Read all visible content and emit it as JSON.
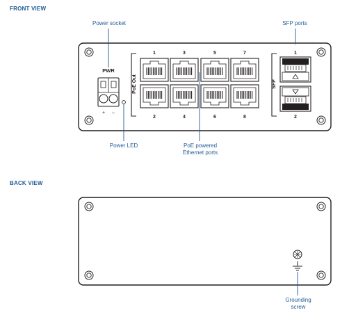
{
  "front_view": {
    "title": "FRONT VIEW",
    "pwr_label": "PWR",
    "terminal_plus": "+",
    "terminal_minus": "–",
    "poe_out_label": "PoE Out",
    "sfp_label": "SFP",
    "ports_top": [
      "1",
      "3",
      "5",
      "7"
    ],
    "ports_bottom": [
      "2",
      "4",
      "6",
      "8"
    ],
    "sfp_top": "1",
    "sfp_bottom": "2",
    "callouts": {
      "power_socket": "Power socket",
      "sfp_ports": "SFP ports",
      "power_led": "Power LED",
      "poe_ethernet_line1": "PoE powered",
      "poe_ethernet_line2": "Ethernet ports"
    }
  },
  "back_view": {
    "title": "BACK VIEW",
    "callouts": {
      "grounding_line1": "Grounding",
      "grounding_line2": "screw"
    }
  },
  "colors": {
    "accent": "#1e5a96",
    "outline": "#231f20"
  }
}
